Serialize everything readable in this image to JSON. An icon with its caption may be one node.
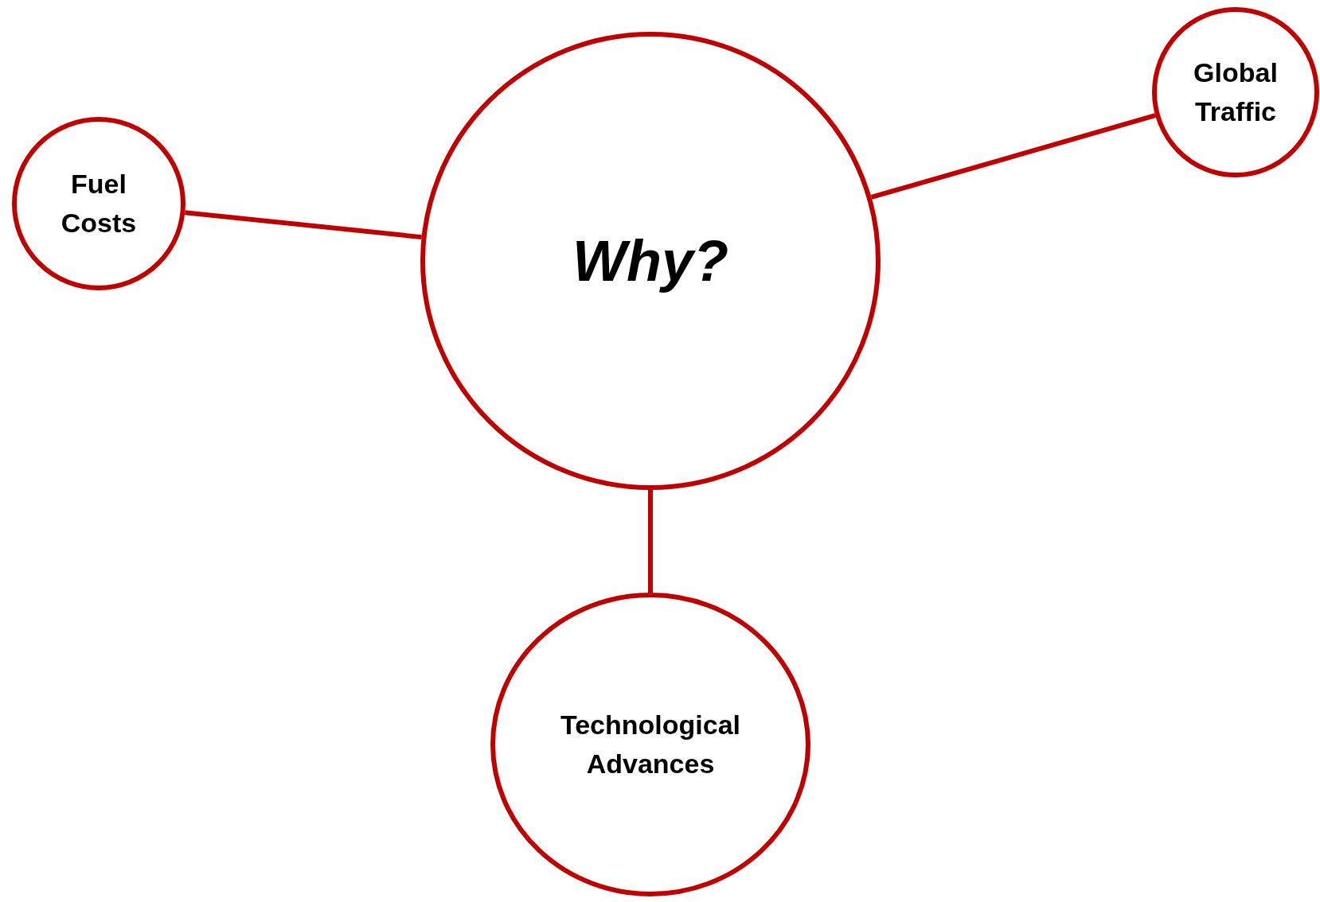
{
  "diagram": {
    "nodes": [
      {
        "text": [
          "Why?"
        ]
      },
      {
        "text": [
          "Fuel Costs"
        ]
      },
      {
        "text": [
          "Global Traffic"
        ]
      },
      {
        "text": [
          "Technological Advances"
        ]
      }
    ],
    "edges": [
      {
        "from": 0,
        "to": 1,
        "arrow": "none"
      },
      {
        "from": 0,
        "to": 2,
        "arrow": "none"
      },
      {
        "from": 0,
        "to": 3,
        "arrow": "none"
      }
    ]
  }
}
